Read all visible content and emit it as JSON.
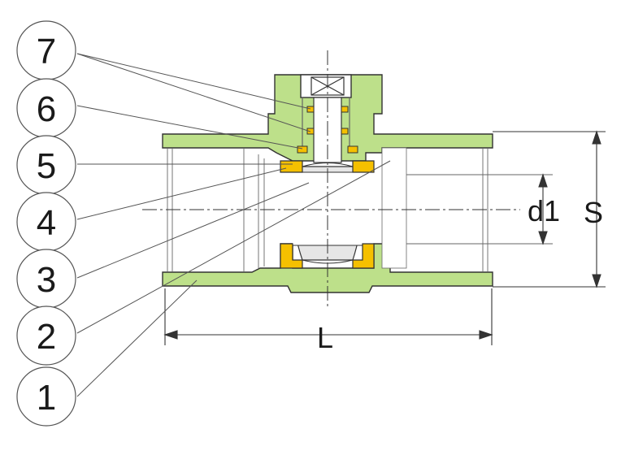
{
  "callouts": [
    {
      "label": "1"
    },
    {
      "label": "2"
    },
    {
      "label": "3"
    },
    {
      "label": "4"
    },
    {
      "label": "5"
    },
    {
      "label": "6"
    },
    {
      "label": "7"
    }
  ],
  "dimensions": {
    "length": "L",
    "height": "S",
    "bore": "d1"
  },
  "colors": {
    "body": "#bde08a",
    "seat": "#f5c000",
    "ball": "#e6e6e6",
    "outline": "#333333"
  }
}
